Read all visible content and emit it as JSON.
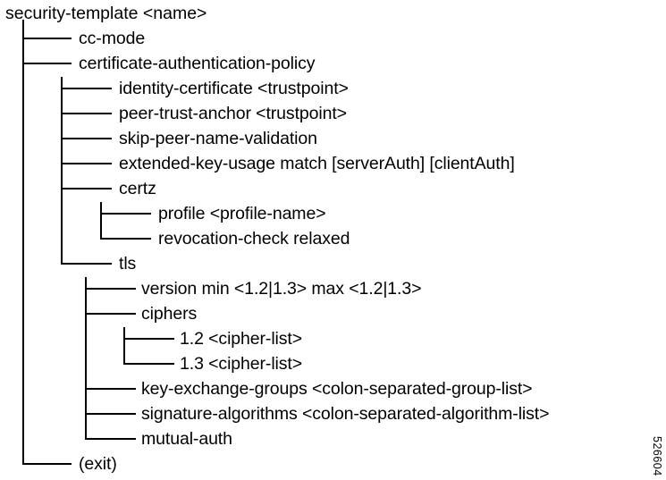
{
  "figure": {
    "id_label": "526604",
    "root": "security-template <name>",
    "nodes": [
      {
        "depth": 1,
        "label": "cc-mode",
        "last": false
      },
      {
        "depth": 1,
        "label": "certificate-authentication-policy",
        "last": false
      },
      {
        "depth": 2,
        "label": "identity-certificate <trustpoint>",
        "last": false
      },
      {
        "depth": 2,
        "label": "peer-trust-anchor <trustpoint>",
        "last": false
      },
      {
        "depth": 2,
        "label": "skip-peer-name-validation",
        "last": false
      },
      {
        "depth": 2,
        "label": "extended-key-usage match [serverAuth] [clientAuth]",
        "last": false
      },
      {
        "depth": 2,
        "label": "certz",
        "last": false
      },
      {
        "depth": 3,
        "label": "profile <profile-name>",
        "last": false
      },
      {
        "depth": 3,
        "label": "revocation-check relaxed",
        "last": true
      },
      {
        "depth": 2,
        "label": "tls",
        "last": true
      },
      {
        "depth": 4,
        "label": "version min <1.2|1.3> max <1.2|1.3>",
        "last": false
      },
      {
        "depth": 4,
        "label": "ciphers",
        "last": false
      },
      {
        "depth": 5,
        "label": "1.2 <cipher-list>",
        "last": false
      },
      {
        "depth": 5,
        "label": "1.3 <cipher-list>",
        "last": true
      },
      {
        "depth": 4,
        "label": "key-exchange-groups <colon-separated-group-list>",
        "last": false
      },
      {
        "depth": 4,
        "label": "signature-algorithms <colon-separated-algorithm-list>",
        "last": false
      },
      {
        "depth": 4,
        "label": "mutual-auth",
        "last": true
      },
      {
        "depth": 1,
        "label": "(exit)",
        "last": true
      }
    ]
  }
}
